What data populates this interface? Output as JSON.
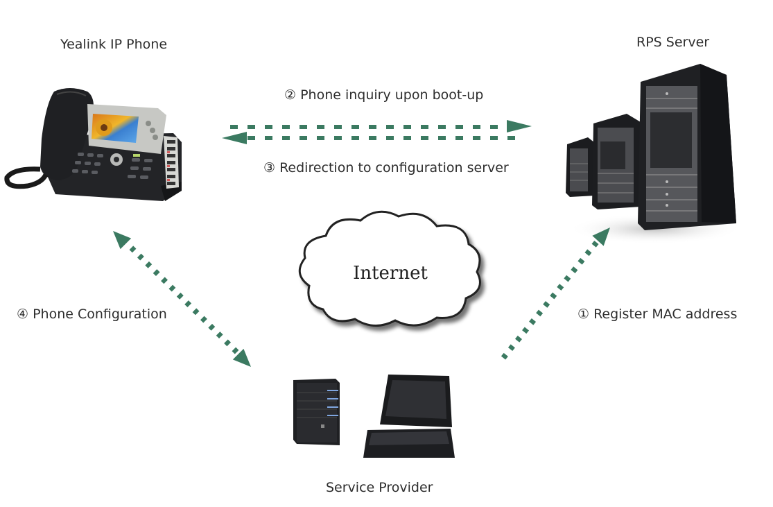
{
  "nodes": {
    "phone": {
      "label": "Yealink IP Phone",
      "icon": "ip-phone-icon"
    },
    "rps_server": {
      "label": "RPS Server",
      "icon": "server-rack-icon"
    },
    "internet": {
      "label": "Internet",
      "icon": "cloud-icon"
    },
    "service_provider": {
      "label": "Service Provider",
      "icon": "computer-laptop-icon"
    }
  },
  "steps": [
    {
      "number": "①",
      "text": "Register MAC address",
      "from": "service_provider",
      "to": "rps_server",
      "direction": "one-way"
    },
    {
      "number": "②",
      "text": "Phone inquiry upon boot-up",
      "from": "phone",
      "to": "rps_server",
      "direction": "one-way"
    },
    {
      "number": "③",
      "text": "Redirection to configuration server",
      "from": "rps_server",
      "to": "phone",
      "direction": "one-way"
    },
    {
      "number": "④",
      "text": "Phone Configuration",
      "from": "service_provider",
      "to": "phone",
      "direction": "two-way"
    }
  ],
  "labels": {
    "step1": "① Register MAC address",
    "step2": "② Phone inquiry upon boot-up",
    "step3": "③ Redirection to configuration server",
    "step4": "④ Phone Configuration"
  },
  "colors": {
    "arrow": "#3b7a61",
    "device": "#1e1f22",
    "text": "#2d2d2d"
  }
}
